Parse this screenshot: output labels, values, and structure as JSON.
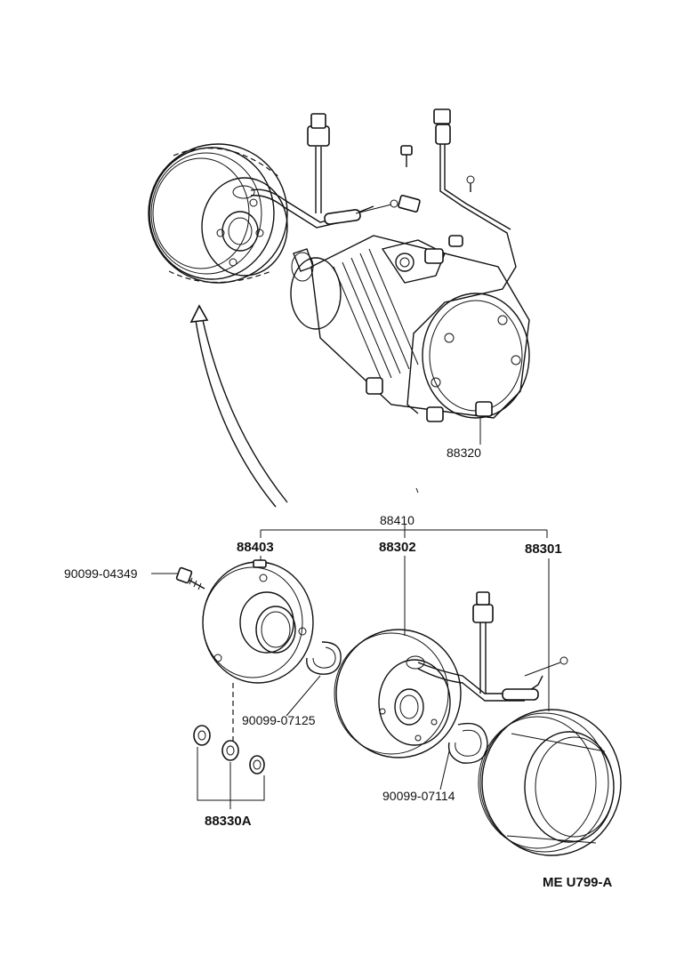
{
  "labels": {
    "compressor": "88320",
    "clutch_assy": "88410",
    "pressure_plate": "88403",
    "stator": "88302",
    "pulley": "88301",
    "bolt": "90099-04349",
    "snap_ring_small": "90099-07125",
    "snap_ring_large": "90099-07114",
    "shim_set": "88330A",
    "figure_id": "ME U799-A"
  }
}
